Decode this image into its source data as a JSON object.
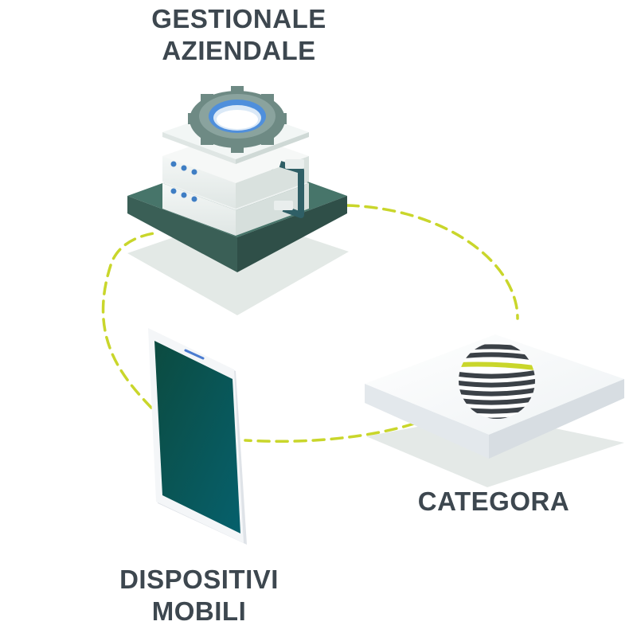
{
  "nodes": {
    "erp": {
      "line1": "GESTIONALE",
      "line2": "AZIENDALE",
      "icon": "server-gear-icon"
    },
    "categora": {
      "label": "CATEGORA",
      "icon": "categora-logo-globe"
    },
    "mobile": {
      "line1": "DISPOSITIVI",
      "line2": "MOBILI",
      "icon": "smartphone-icon"
    }
  },
  "colors": {
    "text": "#3d474f",
    "dashed_connector": "#c9d62b",
    "platform_dark": "#3f6b5f",
    "screen_gradient_start": "#0b4d42",
    "screen_gradient_end": "#075a66",
    "gear": "#6e8a84",
    "gear_ring": "#5a9bd8",
    "shadow": "#e3e9e6",
    "logo_dark": "#3b4147",
    "logo_accent": "#c9d62b"
  }
}
